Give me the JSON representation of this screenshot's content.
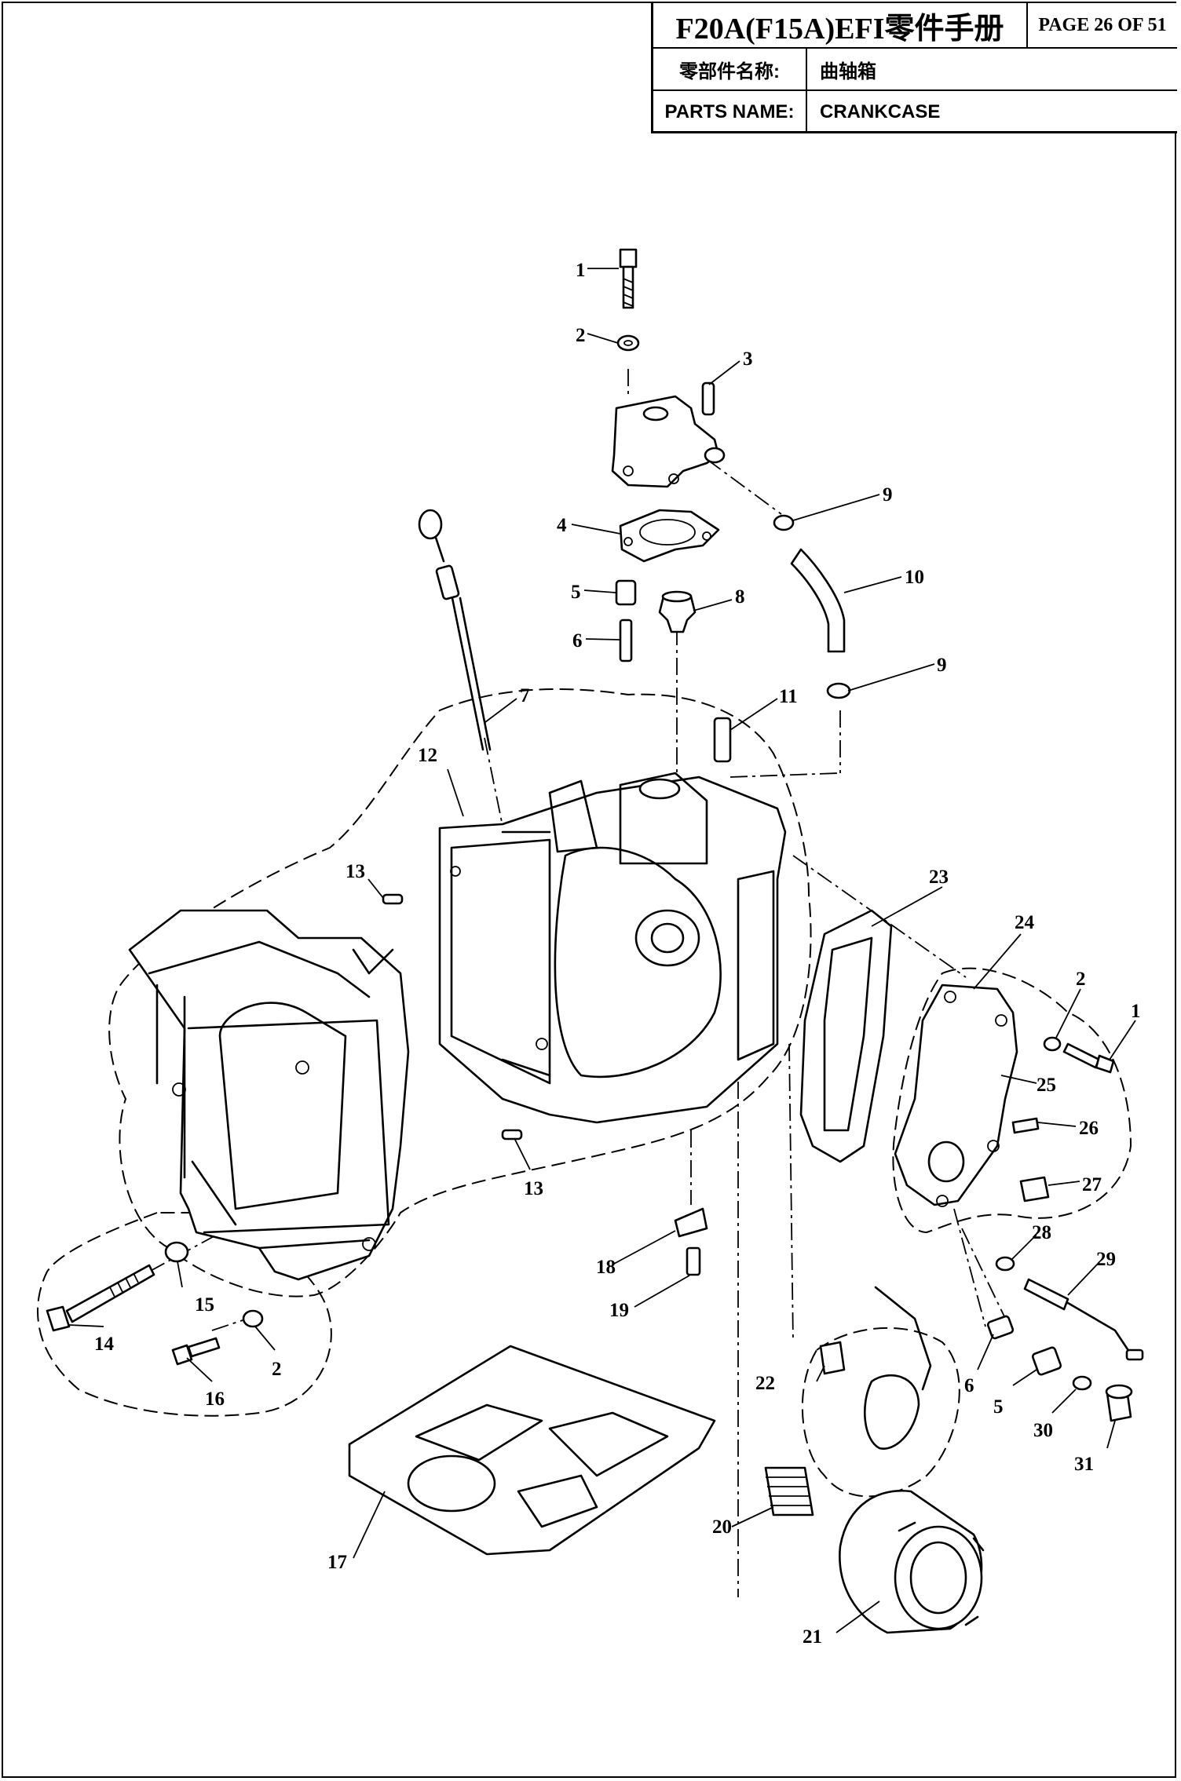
{
  "header": {
    "manual_title": "F20A(F15A)EFI零件手册",
    "page_label": "PAGE 26 OF 51",
    "name_cn_label": "零部件名称:",
    "name_cn_value": "曲轴箱",
    "name_en_label": "PARTS NAME:",
    "name_en_value": "CRANKCASE"
  },
  "callouts": {
    "c1a": "1",
    "c1b": "1",
    "c2a": "2",
    "c2b": "2",
    "c2c": "2",
    "c3": "3",
    "c4": "4",
    "c5a": "5",
    "c5b": "5",
    "c6a": "6",
    "c6b": "6",
    "c7": "7",
    "c8": "8",
    "c9a": "9",
    "c9b": "9",
    "c10": "10",
    "c11": "11",
    "c12": "12",
    "c13a": "13",
    "c13b": "13",
    "c14": "14",
    "c15": "15",
    "c16": "16",
    "c17": "17",
    "c18": "18",
    "c19": "19",
    "c20": "20",
    "c21": "21",
    "c22": "22",
    "c23": "23",
    "c24": "24",
    "c25": "25",
    "c26": "26",
    "c27": "27",
    "c28": "28",
    "c29": "29",
    "c30": "30",
    "c31": "31"
  }
}
